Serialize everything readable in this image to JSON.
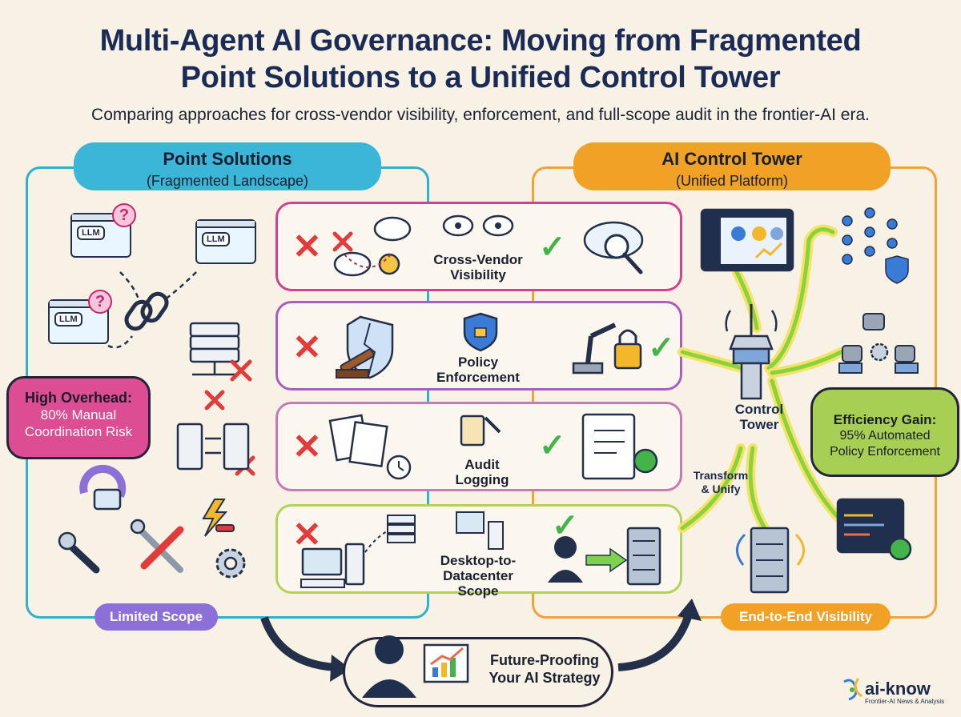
{
  "title_line1": "Multi-Agent AI Governance: Moving from Fragmented",
  "title_line2": "Point Solutions to a Unified Control Tower",
  "subtitle": "Comparing approaches for cross-vendor visibility, enforcement, and full-scope audit in the frontier-AI era.",
  "left": {
    "heading": "Point Solutions",
    "subheading": "(Fragmented Landscape)",
    "llm_label": "LLM",
    "callout_title": "High Overhead:",
    "callout_line1": "80% Manual",
    "callout_line2": "Coordination Risk",
    "footer": "Limited Scope"
  },
  "right": {
    "heading": "AI Control Tower",
    "subheading": "(Unified Platform)",
    "tower_line1": "Control",
    "tower_line2": "Tower",
    "transform_line1": "Transform",
    "transform_line2": "& Unify",
    "callout_title": "Efficiency Gain:",
    "callout_line1": "95% Automated",
    "callout_line2": "Policy Enforcement",
    "footer": "End-to-End Visibility"
  },
  "rows": [
    {
      "line1": "Cross-Vendor",
      "line2": "Visibility"
    },
    {
      "line1": "Policy",
      "line2": "Enforcement"
    },
    {
      "line1": "Audit",
      "line2": "Logging"
    },
    {
      "line1": "Desktop-to-",
      "line2": "Datacenter",
      "line3": "Scope"
    }
  ],
  "future": {
    "line1": "Future-Proofing",
    "line2": "Your AI Strategy"
  },
  "brand": {
    "name": "ai-know",
    "tagline": "Frontier-AI News & Analysis"
  },
  "colors": {
    "left_accent": "#2fb1cc",
    "right_accent": "#f0a23b",
    "row1": "#d2418f",
    "row2": "#a95fc2",
    "row4": "#b5d15a",
    "fail": "#e23b3b",
    "pass": "#44b34a",
    "left_callout": "#dd4d93",
    "right_callout": "#a7cf53",
    "limited_pill": "#8c6fd7"
  },
  "icons": {
    "fail": "red-x-icon",
    "pass": "green-check-icon",
    "chain": "broken-chain-icon",
    "tower": "control-tower-icon"
  }
}
